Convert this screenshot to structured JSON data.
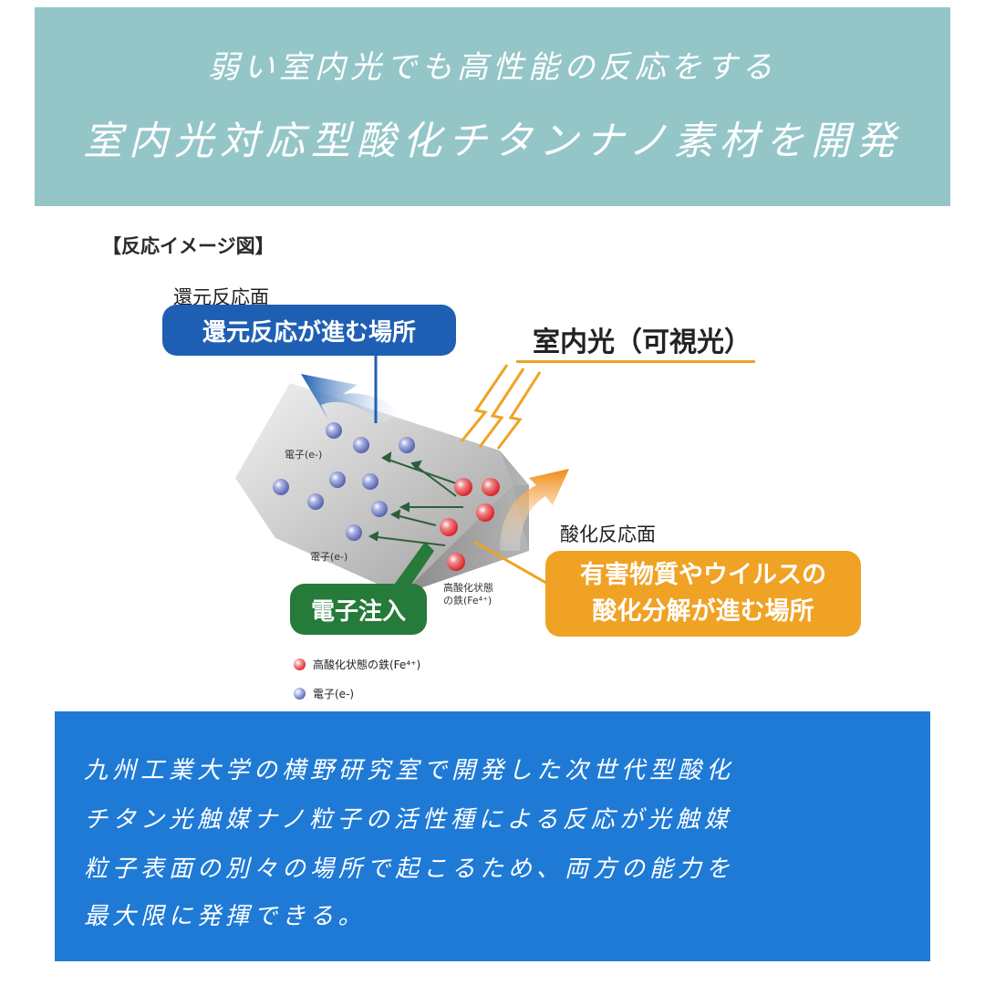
{
  "header": {
    "subtitle": "弱い室内光でも高性能の反応をする",
    "title": "室内光対応型酸化チタンナノ素材を開発"
  },
  "diagram": {
    "heading": "【反応イメージ図】",
    "reduction_face_label": "還元反応面",
    "reduction_pill": "還元反応が進む場所",
    "indoor_light": "室内光（可視光）",
    "oxidation_face_label": "酸化反応面",
    "oxidation_pill_line1": "有害物質やウイルスの",
    "oxidation_pill_line2": "酸化分解が進む場所",
    "electron_injection": "電子注入",
    "electron_label_upper": "電子(e-)",
    "electron_label_lower": "電子(e-)",
    "iron_label_line1": "高酸化状態",
    "iron_label_line2": "の鉄(Fe⁴⁺)"
  },
  "legend": {
    "iron": "高酸化状態の鉄(Fe⁴⁺)",
    "electron": "電子(e-)"
  },
  "description": {
    "lines": [
      "九州工業大学の横野研究室で開発した次世代型酸化",
      "チタン光触媒ナノ粒子の活性種による反応が光触媒",
      "粒子表面の別々の場所で起こるため、両方の能力を",
      "最大限に発揮できる。"
    ]
  },
  "colors": {
    "header_bg": "#94c6c8",
    "reduction_blue": "#1f5fb3",
    "injection_green": "#267a3a",
    "oxidation_orange": "#f0a224",
    "description_bg": "#1f7ad6"
  }
}
